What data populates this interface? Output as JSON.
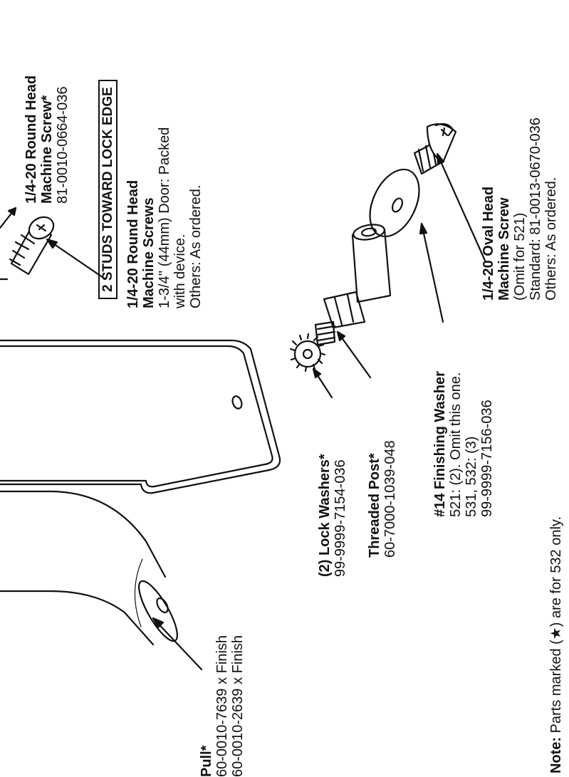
{
  "labels": {
    "pull": {
      "name": "Pull*",
      "lines": [
        "60-0010-7639 x Finish",
        "60-0010-2639 x Finish"
      ]
    },
    "lock_washers": {
      "name": "(2) Lock Washers*",
      "lines": [
        "99-9999-7154-036"
      ]
    },
    "threaded_post": {
      "name": "Threaded Post*",
      "lines": [
        "60-7000-1039-048"
      ]
    },
    "finishing_washer": {
      "name": "#14 Finishing Washer",
      "lines": [
        "521: (2). Omit this one.",
        "531, 532: (3)",
        "99-9999-7156-036"
      ]
    },
    "round_head_screws": {
      "name": "1/4-20 Round Head",
      "name2": "Machine Screws",
      "lines": [
        "1-3/4'' (44mm) Door: Packed",
        "with device.",
        "Others: As ordered."
      ]
    },
    "studs_box": "2 STUDS TOWARD LOCK EDGE",
    "round_head_screw_top": {
      "name": "1/4-20 Round Head",
      "name2": "Machine Screw*",
      "lines": [
        "81-0010-0664-036"
      ]
    },
    "oval_head_screw": {
      "name": "1/4-20 Oval Head",
      "name2": "Machine Screw",
      "lines": [
        "(Omit for 521)",
        "Standard: 81-0013-0670-036",
        "Others: As ordered."
      ]
    },
    "note": {
      "bold": "Note:",
      "text": " Parts marked (★) are for 532 only."
    }
  }
}
